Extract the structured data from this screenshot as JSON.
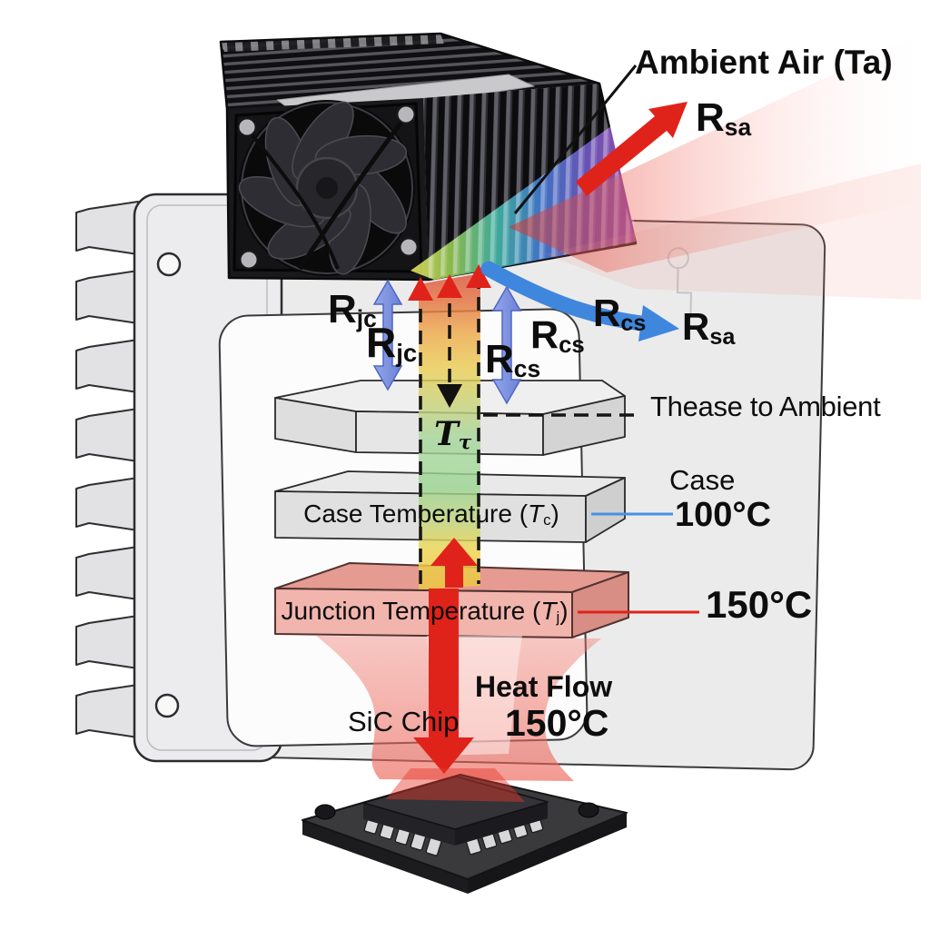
{
  "diagram_title": "SiC chip thermal resistance stack: junction to case to heatsink to ambient",
  "labels": {
    "ambient_air": "Ambient Air (Ta)",
    "rsa_top": {
      "main": "R",
      "sub": "sa"
    },
    "rjc_upper": {
      "main": "R",
      "sub": "jc"
    },
    "rjc_lower": {
      "main": "R",
      "sub": "jc"
    },
    "rcs_inner_upper": {
      "main": "R",
      "sub": "cs"
    },
    "rcs_inner_lower": {
      "main": "R",
      "sub": "cs"
    },
    "rcs_curve": {
      "main": "R",
      "sub": "cs"
    },
    "rsa_side": {
      "main": "R",
      "sub": "sa"
    },
    "t_column": {
      "main": "T",
      "sub": "τ"
    },
    "heatsink_to_ambient": "Thease to Ambient",
    "case_callout": {
      "line1": "Case",
      "line2": "100°C"
    },
    "junction_callout_temp": "150°C",
    "case_plate": {
      "prefix": "Case Temperature (",
      "t": "T",
      "sub": "c",
      "suffix": ")"
    },
    "junction_plate": {
      "prefix": "Junction Temperature (",
      "t": "T",
      "sub": "j",
      "suffix": ")"
    },
    "sic_chip": "SiC Chip",
    "heat_flow": {
      "line1": "Heat Flow",
      "line2": "150°C"
    }
  },
  "temperatures": {
    "junction_c": 150,
    "case_c": 100,
    "heat_flow_c": 150
  },
  "colors": {
    "red": "#e0231a",
    "blue_arrow_fill": "#7e93e0",
    "blue_arrow_edge": "#4f66c6",
    "blue_flow": "#3f86dd",
    "blue_callout": "#4a8fe2",
    "panel": "#ebebeb",
    "module": "#ececee",
    "cutout": "#fcfcfd",
    "junction_pink": "#f2b5ae",
    "plate_gray": "#e0e0e0",
    "heatsink_dark": "#1a1a1c",
    "text": "#0d0d0d"
  }
}
